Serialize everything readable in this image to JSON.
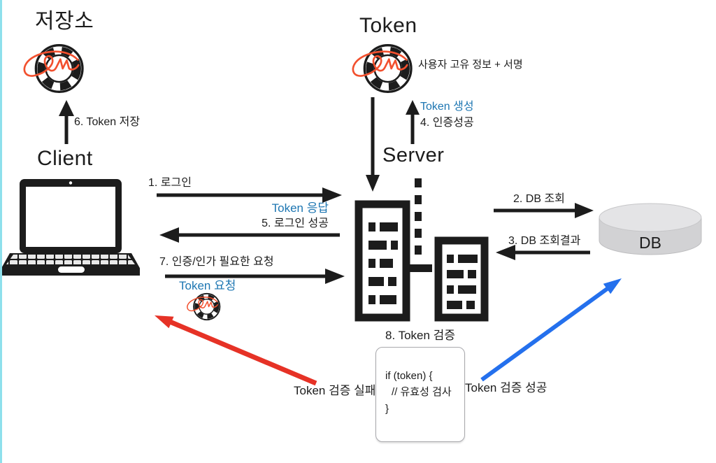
{
  "nodes": {
    "storage": {
      "title": "저장소"
    },
    "token": {
      "title": "Token",
      "annotation": "사용자 고유 정보 + 서명"
    },
    "client": {
      "title": "Client"
    },
    "server": {
      "title": "Server"
    },
    "db": {
      "label": "DB"
    }
  },
  "flows": {
    "login": "1. 로그인",
    "db_query": "2. DB 조회",
    "db_result": "3. DB 조회결과",
    "auth_success": "4. 인증성공",
    "token_create": "Token 생성",
    "login_success": "5. 로그인 성공",
    "token_response": "Token 응답",
    "token_store": "6. Token 저장",
    "auth_request": "7. 인증/인가 필요한 요청",
    "token_request": "Token 요청",
    "token_verify": "8. Token 검증",
    "verify_fail": "Token 검증 실패",
    "verify_success": "Token 검증 성공"
  },
  "code_box": {
    "line1": "if (token) {",
    "line2": "// 유효성 검사",
    "line3": "}"
  },
  "colors": {
    "text_blue": "#1d76b2",
    "arrow_black": "#1c1c1c",
    "arrow_red": "#e63226",
    "arrow_blue": "#2470ed",
    "left_edge_cyan": "#8ee0ec",
    "db_gray": "#d2d2d4",
    "signature_red": "#f2502e"
  }
}
